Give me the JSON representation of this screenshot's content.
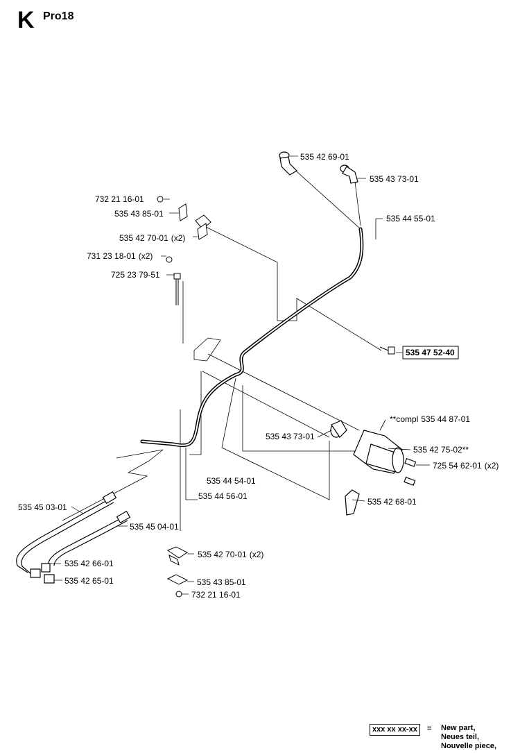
{
  "header": {
    "section_letter": "K",
    "model": "Pro18"
  },
  "labels": {
    "p_535426901": "535 42 69-01",
    "p_535437301_top": "535 43 73-01",
    "p_535445501": "535 44 55-01",
    "p_732211601_top": "732 21 16-01",
    "p_535438501_top": "535 43 85-01",
    "p_535427001_top": "535 42 70-01",
    "p_731231801": "731 23 18-01",
    "p_725237951": "725 23 79-51",
    "p_535475240": "535 47 52-40",
    "compl_prefix": "**compl",
    "p_535448701": "535 44 87-01",
    "p_535437301_mid": "535 43 73-01",
    "p_535427502": "535 42 75-02**",
    "p_725546201": "725 54 62-01",
    "p_535454501": "535 44 54-01",
    "p_535445601": "535 44 56-01",
    "p_535426801": "535 42 68-01",
    "p_535450301": "535 45 03-01",
    "p_535450401": "535 45 04-01",
    "p_535427001_bot": "535 42 70-01",
    "p_535426601": "535 42 66-01",
    "p_535438501_bot": "535 43 85-01",
    "p_535426501": "535 42 65-01",
    "p_732211601_bot": "732 21 16-01",
    "qty_x2": "(x2)"
  },
  "legend": {
    "code": "xxx xx xx-xx",
    "equals": "=",
    "line1": "New part,",
    "line2": "Neues teil,",
    "line3": "Nouvelle piece,"
  }
}
